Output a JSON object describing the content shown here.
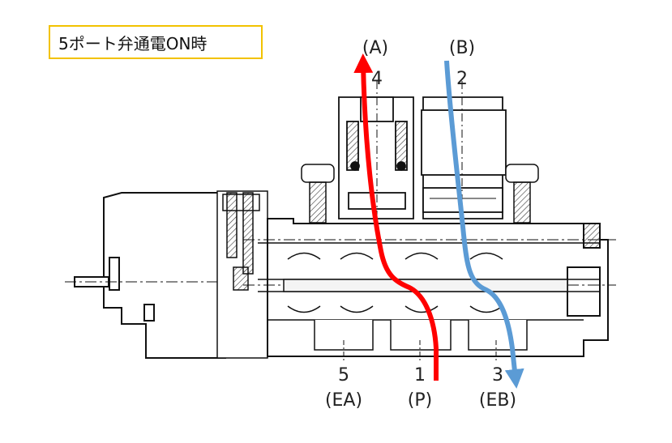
{
  "title": "5ポート弁通電ON時",
  "ports": {
    "a_top": {
      "name": "(A)",
      "number": "4"
    },
    "b_top": {
      "name": "(B)",
      "number": "2"
    },
    "ea_bottom": {
      "number": "5",
      "name": "(EA)"
    },
    "p_bottom": {
      "number": "1",
      "name": "(P)"
    },
    "eb_bottom": {
      "number": "3",
      "name": "(EB)"
    }
  },
  "colors": {
    "flow_p_to_a": "#ff0000",
    "flow_b_to_eb": "#5b9bd5",
    "title_border": "#f2c200"
  }
}
